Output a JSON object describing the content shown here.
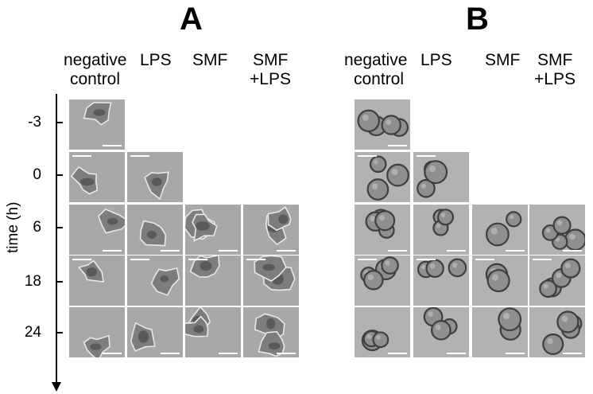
{
  "panels": {
    "A": {
      "letter": "A",
      "columns": [
        {
          "line1": "negative",
          "line2": "control"
        },
        {
          "line1": "LPS",
          "line2": ""
        },
        {
          "line1": "SMF",
          "line2": ""
        },
        {
          "line1": "SMF",
          "line2": "+LPS"
        }
      ],
      "style": "activated",
      "tone": "#a8a8a8"
    },
    "B": {
      "letter": "B",
      "columns": [
        {
          "line1": "negative",
          "line2": "control"
        },
        {
          "line1": "LPS",
          "line2": ""
        },
        {
          "line1": "SMF",
          "line2": ""
        },
        {
          "line1": "SMF",
          "line2": "+LPS"
        }
      ],
      "style": "round",
      "tone": "#b2b2b2"
    }
  },
  "axis": {
    "title": "time (h)",
    "ticks": [
      "-3",
      "0",
      "6",
      "18",
      "24"
    ]
  },
  "grid_presence": [
    [
      true,
      false,
      false,
      false
    ],
    [
      true,
      true,
      false,
      false
    ],
    [
      true,
      true,
      true,
      true
    ],
    [
      true,
      true,
      true,
      true
    ],
    [
      true,
      true,
      true,
      true
    ]
  ]
}
